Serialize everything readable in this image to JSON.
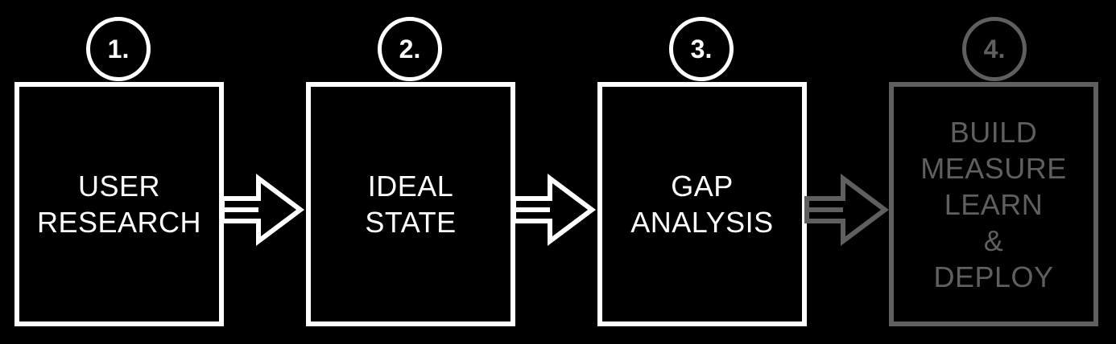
{
  "colors": {
    "background": "#000000",
    "active": "#ffffff",
    "inactive": "#5f5f5f"
  },
  "steps": [
    {
      "number": "1.",
      "lines": [
        "USER",
        "RESEARCH"
      ],
      "state": "active"
    },
    {
      "number": "2.",
      "lines": [
        "IDEAL",
        "STATE"
      ],
      "state": "active"
    },
    {
      "number": "3.",
      "lines": [
        "GAP",
        "ANALYSIS"
      ],
      "state": "active"
    },
    {
      "number": "4.",
      "lines": [
        "BUILD",
        "MEASURE",
        "LEARN",
        "&",
        "DEPLOY"
      ],
      "state": "inactive"
    }
  ],
  "arrows": [
    {
      "from": 1,
      "to": 2,
      "state": "active"
    },
    {
      "from": 2,
      "to": 3,
      "state": "active"
    },
    {
      "from": 3,
      "to": 4,
      "state": "inactive"
    }
  ]
}
